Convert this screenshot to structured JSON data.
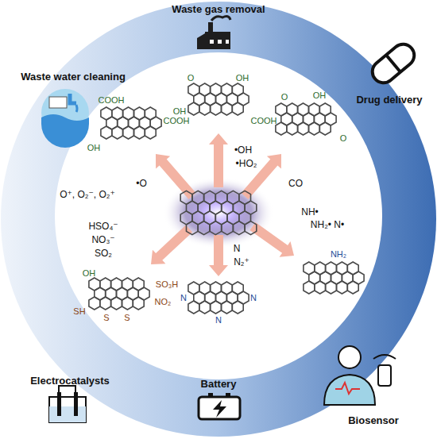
{
  "diagram": {
    "labels": [
      "Waste gas removal",
      "Waste water cleaning",
      "Drug delivery",
      "Biosensor",
      "Battery",
      "Electrocatalysts",
      "O",
      "OH",
      "OH",
      "COOH",
      "COOH",
      "COOH",
      "OH",
      "O",
      "OH",
      "O",
      "•OH",
      "•HO₂",
      "•O",
      "O⁺, O₂⁻, O₂⁺",
      "CO",
      "NH•",
      "NH₂• N•",
      "NH₂",
      "N",
      "N₂⁺",
      "N",
      "N",
      "N",
      "HSO₄⁻",
      "NO₃⁻",
      "SO₂",
      "OH",
      "S",
      "S",
      "SO₃H",
      "NO₂",
      "SH"
    ]
  }
}
